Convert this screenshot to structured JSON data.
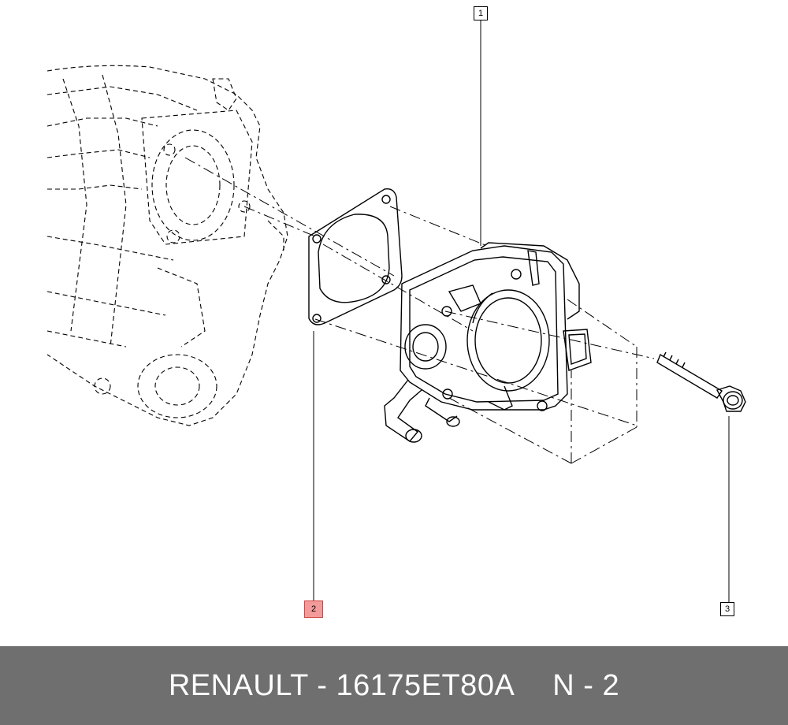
{
  "callouts": {
    "c1": "1",
    "c2": "2",
    "c3": "3"
  },
  "footer": {
    "brand_part": "RENAULT - 16175ET80A",
    "section": "N - 2"
  },
  "colors": {
    "line": "#000000",
    "highlight": "#f39a9a",
    "footer_bg": "#6f6f6f",
    "footer_text": "#ffffff"
  }
}
